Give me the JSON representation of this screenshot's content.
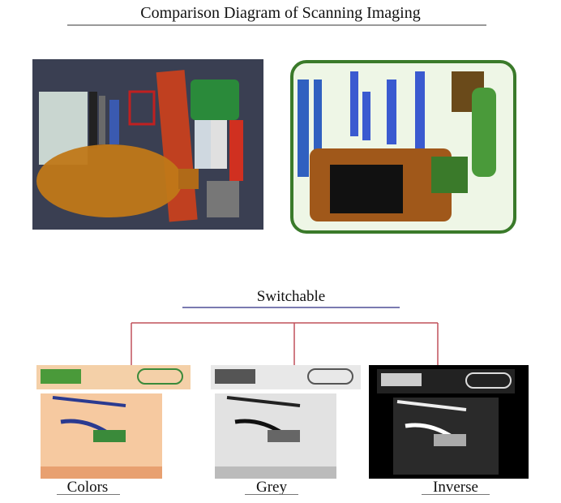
{
  "title": "Comparison Diagram of Scanning Imaging",
  "switch_label": "Switchable",
  "modes": [
    {
      "label": "Colors"
    },
    {
      "label": "Grey"
    },
    {
      "label": "Inverse"
    }
  ],
  "colors": {
    "tree_line": "#c0505a",
    "switch_underline": "#7a7ab0",
    "title_underline": "#999999"
  }
}
